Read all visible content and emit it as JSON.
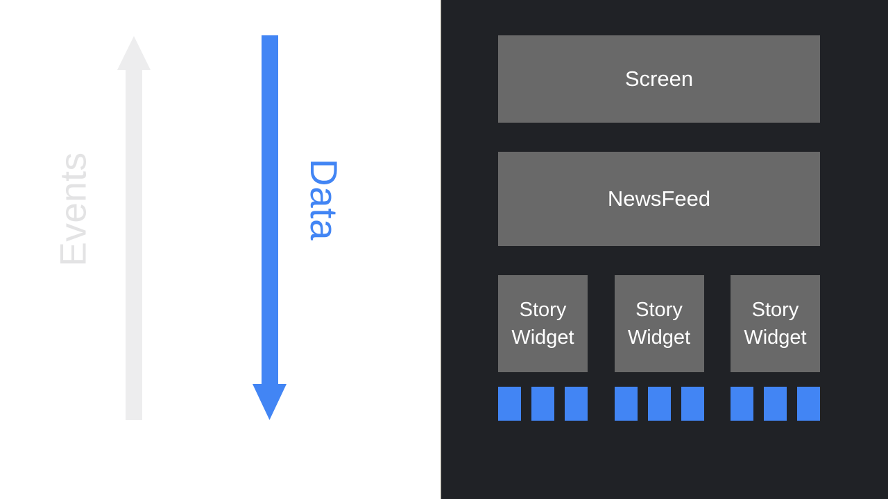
{
  "slide": {
    "left_background": "#FFFFFF",
    "right_background": "#202226",
    "accent_blue": "#4285F4",
    "muted_gray": "#E3E3E4",
    "box_gray": "#696969"
  },
  "flow_labels": {
    "events": {
      "label": "Events",
      "direction": "up",
      "color": "#E3E3E4"
    },
    "data": {
      "label": "Data",
      "direction": "down",
      "color": "#4285F4"
    }
  },
  "widget_tree": {
    "screen": {
      "label": "Screen"
    },
    "newsfeed": {
      "label": "NewsFeed"
    },
    "story_widgets": [
      {
        "label": "Story Widget",
        "leaf_blocks": 3
      },
      {
        "label": "Story Widget",
        "leaf_blocks": 3
      },
      {
        "label": "Story Widget",
        "leaf_blocks": 3
      }
    ]
  }
}
